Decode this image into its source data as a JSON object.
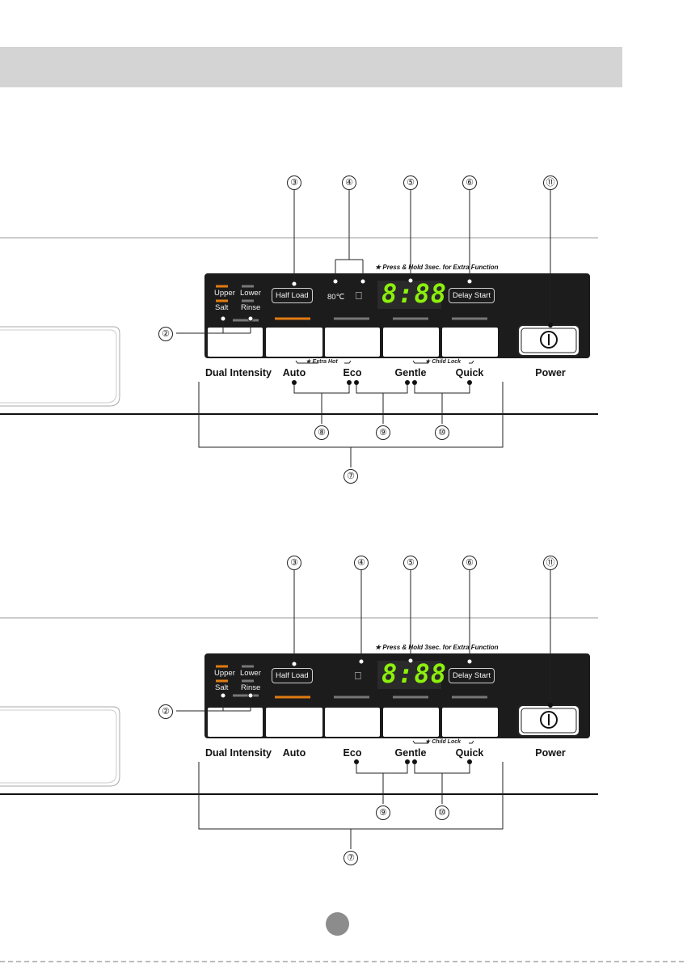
{
  "panel_top": {
    "callouts": {
      "c3": "③",
      "c4": "④",
      "c5": "⑤",
      "c6": "⑥",
      "c11": "⑪",
      "c2": "②",
      "c8": "⑧",
      "c9": "⑨",
      "c10": "⑩",
      "c7": "⑦"
    },
    "note": "★ Press & Hold 3sec. for Extra Function",
    "ind_upper": "Upper",
    "ind_lower": "Lower",
    "ind_salt": "Salt",
    "ind_rinse": "Rinse",
    "half_load": "Half Load",
    "temp_icon_text": "80℃",
    "display": "8:88",
    "delay_start": "Delay Start",
    "extra_hot": "★ Extra Hot",
    "child_lock": "★ Child Lock",
    "buttons": {
      "dual": "Dual Intensity",
      "auto": "Auto",
      "eco": "Eco",
      "gentle": "Gentle",
      "quick": "Quick",
      "power": "Power"
    }
  },
  "panel_bottom": {
    "callouts": {
      "c3": "③",
      "c4": "④",
      "c5": "⑤",
      "c6": "⑥",
      "c11": "⑪",
      "c2": "②",
      "c9": "⑨",
      "c10": "⑩",
      "c7": "⑦"
    },
    "note": "★ Press & Hold 3sec. for Extra Function",
    "ind_upper": "Upper",
    "ind_lower": "Lower",
    "ind_salt": "Salt",
    "ind_rinse": "Rinse",
    "half_load": "Half Load",
    "display": "8:88",
    "delay_start": "Delay Start",
    "child_lock": "★ Child Lock",
    "buttons": {
      "dual": "Dual Intensity",
      "auto": "Auto",
      "eco": "Eco",
      "gentle": "Gentle",
      "quick": "Quick",
      "power": "Power"
    }
  },
  "colors": {
    "accent_orange": "#e07b12",
    "display_green": "#8cf00c",
    "panel_dark": "#1c1c1c"
  }
}
